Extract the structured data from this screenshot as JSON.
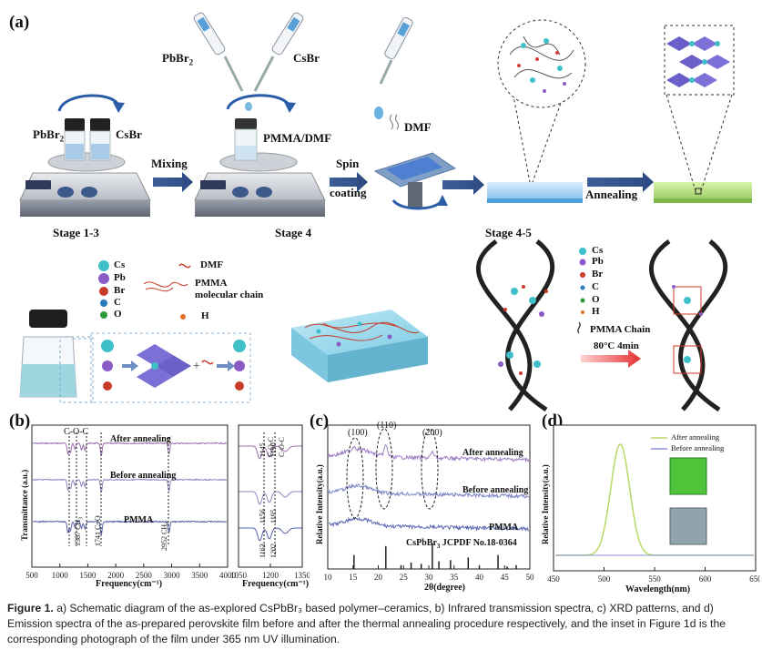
{
  "panel_a": {
    "label": "(a)",
    "reagent_1": "PbBr",
    "reagent_1_sub": "2",
    "reagent_2": "CsBr",
    "pipette_label_1": "PbBr",
    "pipette_label_1_sub": "2",
    "pipette_label_2": "CsBr",
    "solution_label": "PMMA/DMF",
    "dmf_label": "DMF",
    "arrow_mixing": "Mixing",
    "arrow_spin_1": "Spin",
    "arrow_spin_2": "coating",
    "arrow_annealing": "Annealing",
    "stage_1": "Stage 1-3",
    "stage_2": "Stage 4",
    "stage_3": "Stage 4-5"
  },
  "legend_left": {
    "cs": "Cs",
    "pb": "Pb",
    "br": "Br",
    "c": "C",
    "o": "O",
    "dmf": "DMF",
    "pmma_1": "PMMA",
    "pmma_2": "molecular chain",
    "h": "H"
  },
  "legend_right": {
    "cs": "Cs",
    "pb": "Pb",
    "br": "Br",
    "c": "C",
    "o": "O",
    "h": "H",
    "pmma_chain": "PMMA Chain",
    "condition": "80°C  4min"
  },
  "panel_b": {
    "label": "(b)",
    "ylabel": "Transmittance (a.u.)",
    "xlabel": "Frequency(cm⁻¹)",
    "xlabel_right": "Frequency(cm⁻¹)",
    "curve_after": "After annealing",
    "curve_before": "Before annealing",
    "curve_pmma": "PMMA",
    "ann_coc": "C-O-C",
    "ann_1387": "1387",
    "ann_ch3_a": "CH",
    "ann_1741": "1741",
    "ann_co": "C=O",
    "ann_2952": "2952",
    "ann_ch3_b": "CH",
    "right_ann_1145": "1145",
    "right_ann_1190": "1190",
    "right_ann_coc_1": "C-O-C",
    "right_ann_coc_2": "C-O-C",
    "right_ann_1156": "1156",
    "right_ann_1195": "1195",
    "right_ann_1163": "1163",
    "right_ann_1202": "1202"
  },
  "panel_c": {
    "label": "(c)",
    "ylabel": "Relative Intensity(a.u.)",
    "xlabel": "2θ(degree)",
    "peak_100": "(100)",
    "peak_110": "(110)",
    "peak_200": "(200)",
    "curve_after": "After annealing",
    "curve_before": "Before annealing",
    "curve_pmma": "PMMA",
    "reference": "CsPbBr",
    "reference_sub": "3",
    "reference_card": " JCPDF No.18-0364"
  },
  "panel_d": {
    "label": "(d)",
    "ylabel": "Relative Intensity(a.u.)",
    "xlabel": "Wavelength(nm)",
    "legend_after": "After annealing",
    "legend_before": "Before annealing",
    "after_color": "#b8d96a",
    "before_color": "#8a8fd8"
  },
  "chart_data": [
    {
      "type": "line",
      "panel": "b-left",
      "xlabel": "Frequency(cm⁻¹)",
      "ylabel": "Transmittance (a.u.)",
      "xlim": [
        500,
        4000
      ],
      "x_ticks": [
        "500",
        "1000",
        "1500",
        "2000",
        "2500",
        "3000",
        "3500",
        "4000"
      ],
      "series": [
        {
          "name": "After annealing",
          "color": "#9b6fb0"
        },
        {
          "name": "Before annealing",
          "color": "#8d86bf"
        },
        {
          "name": "PMMA",
          "color": "#5560a8"
        }
      ],
      "annotations": [
        "C-O-C",
        "1387 CH3",
        "1741 C=O",
        "2952 CH3"
      ]
    },
    {
      "type": "line",
      "panel": "b-right",
      "xlabel": "Frequency(cm⁻¹)",
      "xlim": [
        1050,
        1350
      ],
      "x_ticks": [
        "1050",
        "1200",
        "1350"
      ],
      "annotations": [
        "1145",
        "1190",
        "C-O-C",
        "C-O-C",
        "1156",
        "1195",
        "1163",
        "1202"
      ]
    },
    {
      "type": "line",
      "panel": "c",
      "xlabel": "2θ(degree)",
      "ylabel": "Relative Intensity(a.u.)",
      "xlim": [
        10,
        50
      ],
      "x_ticks": [
        "10",
        "15",
        "20",
        "25",
        "30",
        "35",
        "40",
        "45",
        "50"
      ],
      "series": [
        {
          "name": "After annealing",
          "color": "#9a7dc2"
        },
        {
          "name": "Before annealing",
          "color": "#7d86c8"
        },
        {
          "name": "PMMA",
          "color": "#5a66b0"
        }
      ],
      "peaks": [
        {
          "label": "(100)",
          "x": 15.2
        },
        {
          "label": "(110)",
          "x": 21.5
        },
        {
          "label": "(200)",
          "x": 30.7
        }
      ],
      "reference_lines": [
        {
          "x": 15.2,
          "h": 0.55
        },
        {
          "x": 21.5,
          "h": 0.9
        },
        {
          "x": 24.5,
          "h": 0.15
        },
        {
          "x": 26.5,
          "h": 0.25
        },
        {
          "x": 28.5,
          "h": 0.2
        },
        {
          "x": 30.7,
          "h": 1.0
        },
        {
          "x": 32.0,
          "h": 0.3
        },
        {
          "x": 34.3,
          "h": 0.35
        },
        {
          "x": 37.8,
          "h": 0.45
        },
        {
          "x": 40.0,
          "h": 0.15
        },
        {
          "x": 43.7,
          "h": 0.55
        },
        {
          "x": 45.5,
          "h": 0.1
        },
        {
          "x": 47.3,
          "h": 0.15
        }
      ]
    },
    {
      "type": "line",
      "panel": "d",
      "xlabel": "Wavelength(nm)",
      "ylabel": "Relative Intensity(a.u.)",
      "xlim": [
        450,
        650
      ],
      "x_ticks": [
        "450",
        "500",
        "550",
        "600",
        "650"
      ],
      "series": [
        {
          "name": "After annealing",
          "peak_x": 516,
          "fwhm": 22,
          "amplitude": 1.0
        },
        {
          "name": "Before annealing",
          "amplitude": 0.0
        }
      ]
    }
  ],
  "caption": {
    "bold": "Figure 1.",
    "text": "a) Schematic diagram of the as-explored CsPbBr₃ based polymer–ceramics, b) Infrared transmission spectra, c) XRD patterns, and d) Emission spectra of the as-prepared perovskite film before and after the thermal annealing procedure respectively, and the inset in Figure 1d is the corresponding photograph of the film under 365 nm UV illumination."
  }
}
